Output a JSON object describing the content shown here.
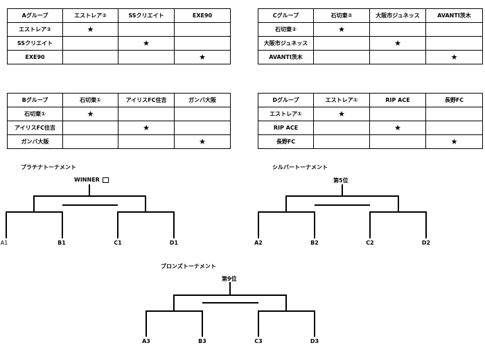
{
  "groups": [
    {
      "header": [
        "Aグループ",
        "エストレア②",
        "SSクリエイト",
        "EXE90"
      ],
      "rows": [
        [
          "エストレア②",
          "★",
          "",
          ""
        ],
        [
          "SSクリエイト",
          "",
          "★",
          ""
        ],
        [
          "EXE90",
          "",
          "",
          "★"
        ]
      ]
    },
    {
      "header": [
        "Cグループ",
        "石切東②",
        "大阪市ジュネッス",
        "AVANTI茨木"
      ],
      "rows": [
        [
          "石切東②",
          "★",
          "",
          ""
        ],
        [
          "大阪市ジュネッス",
          "",
          "★",
          ""
        ],
        [
          "AVANTI茨木",
          "",
          "",
          "★"
        ]
      ]
    },
    {
      "header": [
        "Bグループ",
        "石切東①",
        "アイリスFC住吉",
        "ガンバ大阪"
      ],
      "rows": [
        [
          "石切東①",
          "★",
          "",
          ""
        ],
        [
          "アイリスFC住吉",
          "",
          "★",
          ""
        ],
        [
          "ガンバ大阪",
          "",
          "",
          "★"
        ]
      ]
    },
    {
      "header": [
        "Dグループ",
        "エストレア①",
        "RIP ACE",
        "長野FC"
      ],
      "rows": [
        [
          "エストレア①",
          "★",
          "",
          ""
        ],
        [
          "RIP ACE",
          "",
          "★",
          ""
        ],
        [
          "長野FC",
          "",
          "",
          "★"
        ]
      ]
    }
  ],
  "tournaments": [
    {
      "title": "プラチナトーナメント",
      "top": "WINNER",
      "teams": [
        "A1",
        "B1",
        "C1",
        "D1"
      ]
    },
    {
      "title": "シルバートーナメント",
      "top": "第5位",
      "teams": [
        "A2",
        "B2",
        "C2",
        "D2"
      ]
    },
    {
      "title": "ブロンズトーナメント",
      "top": "第9位",
      "teams": [
        "A3",
        "B3",
        "C3",
        "D3"
      ]
    }
  ]
}
